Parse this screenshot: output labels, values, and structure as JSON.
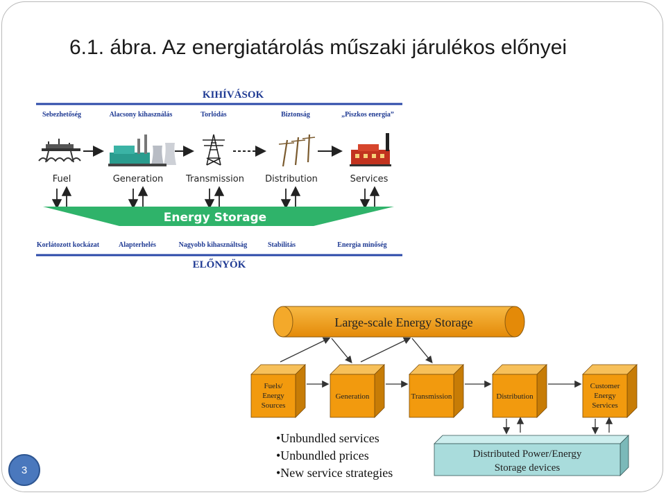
{
  "slide": {
    "title": "6.1. ábra. Az energiatárolás műszaki járulékos előnyei",
    "number": "3"
  },
  "diagram1": {
    "header": "KIHÍVÁSOK",
    "challenges": [
      "Sebezhetőség",
      "Alacsony kihasználás",
      "Torlódás",
      "Biztonság",
      "„Piszkos energia”"
    ],
    "stages": [
      "Fuel",
      "Generation",
      "Transmission",
      "Distribution",
      "Services"
    ],
    "storage_label": "Energy Storage",
    "benefits": [
      "Korlátozott kockázat",
      "Alapterhelés",
      "Nagyobb kihasználtság",
      "Stabilitás",
      "Energia minőség"
    ],
    "footer": "ELŐNYÖK",
    "colors": {
      "header_text": "#1f3a93",
      "storage_fill": "#2fb36a",
      "rule": "#2a48a8"
    }
  },
  "diagram2": {
    "top_cylinder": "Large-scale Energy Storage",
    "boxes": [
      [
        "Fuels/",
        "Energy",
        "Sources"
      ],
      [
        "Generation"
      ],
      [
        "Transmission"
      ],
      [
        "Distribution"
      ],
      [
        "Customer",
        "Energy",
        "Services"
      ]
    ],
    "distributed_box": [
      "Distributed Power/Energy",
      "Storage devices"
    ],
    "bullets": [
      "•Unbundled services",
      "•Unbundled prices",
      "•New service strategies"
    ],
    "colors": {
      "box_front": "#f29a0e",
      "box_top": "#f7c05a",
      "box_side": "#c77c06",
      "dist_fill": "#a9dcdc"
    }
  }
}
